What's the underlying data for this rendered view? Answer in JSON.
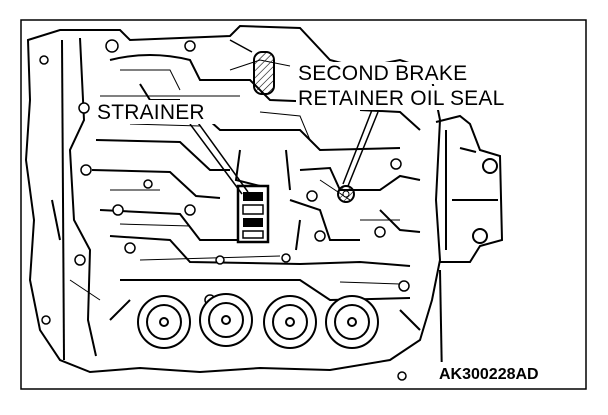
{
  "figure": {
    "labels": {
      "strainer": "STRAINER",
      "seal_line1": "SECOND BRAKE",
      "seal_line2": "RETAINER OIL SEAL"
    },
    "figure_code": "AK300228AD"
  },
  "colors": {
    "ink": "#000000",
    "paper": "#ffffff"
  }
}
